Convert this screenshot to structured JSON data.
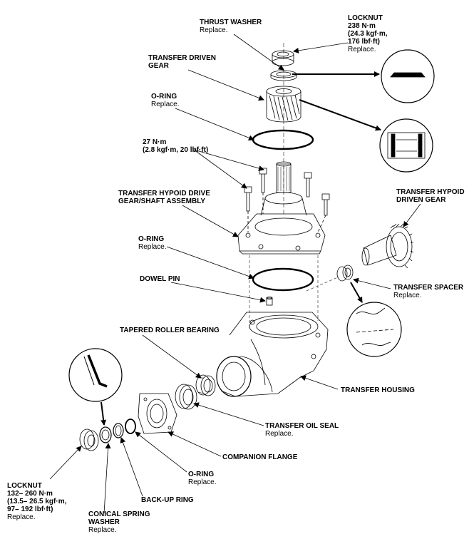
{
  "labels": {
    "thrust_washer": {
      "title": "THRUST WASHER",
      "note": "Replace."
    },
    "locknut_top": {
      "title": "LOCKNUT",
      "lines": [
        "238 N·m",
        "(24.3 kgf·m,",
        "176 lbf·ft)"
      ],
      "note": "Replace."
    },
    "transfer_driven_gear": {
      "lines": [
        "TRANSFER DRIVEN",
        "GEAR"
      ]
    },
    "oring_top": {
      "title": "O-RING",
      "note": "Replace."
    },
    "torque_bolts": {
      "lines": [
        "27 N·m",
        "(2.8 kgf·m, 20 lbf·ft)"
      ]
    },
    "hypoid_drive_gear": {
      "lines": [
        "TRANSFER HYPOID DRIVE",
        "GEAR/SHAFT ASSEMBLY"
      ]
    },
    "hypoid_driven_gear": {
      "lines": [
        "TRANSFER HYPOID",
        "DRIVEN GEAR"
      ]
    },
    "oring_mid": {
      "title": "O-RING",
      "note": "Replace."
    },
    "dowel_pin": {
      "title": "DOWEL PIN"
    },
    "transfer_spacer": {
      "title": "TRANSFER SPACER",
      "note": "Replace."
    },
    "tapered_roller_bearing": {
      "title": "TAPERED ROLLER BEARING"
    },
    "transfer_housing": {
      "title": "TRANSFER HOUSING"
    },
    "transfer_oil_seal": {
      "title": "TRANSFER OIL SEAL",
      "note": "Replace."
    },
    "companion_flange": {
      "title": "COMPANION FLANGE"
    },
    "oring_bottom": {
      "title": "O-RING",
      "note": "Replace."
    },
    "backup_ring": {
      "title": "BACK-UP RING"
    },
    "locknut_bottom": {
      "title": "LOCKNUT",
      "lines": [
        "132– 260 N·m",
        "(13.5– 26.5 kgf·m,",
        "97– 192 lbf·ft)"
      ],
      "note": "Replace."
    },
    "conical_spring_washer": {
      "lines": [
        "CONICAL SPRING",
        "WASHER"
      ],
      "note": "Replace."
    }
  }
}
